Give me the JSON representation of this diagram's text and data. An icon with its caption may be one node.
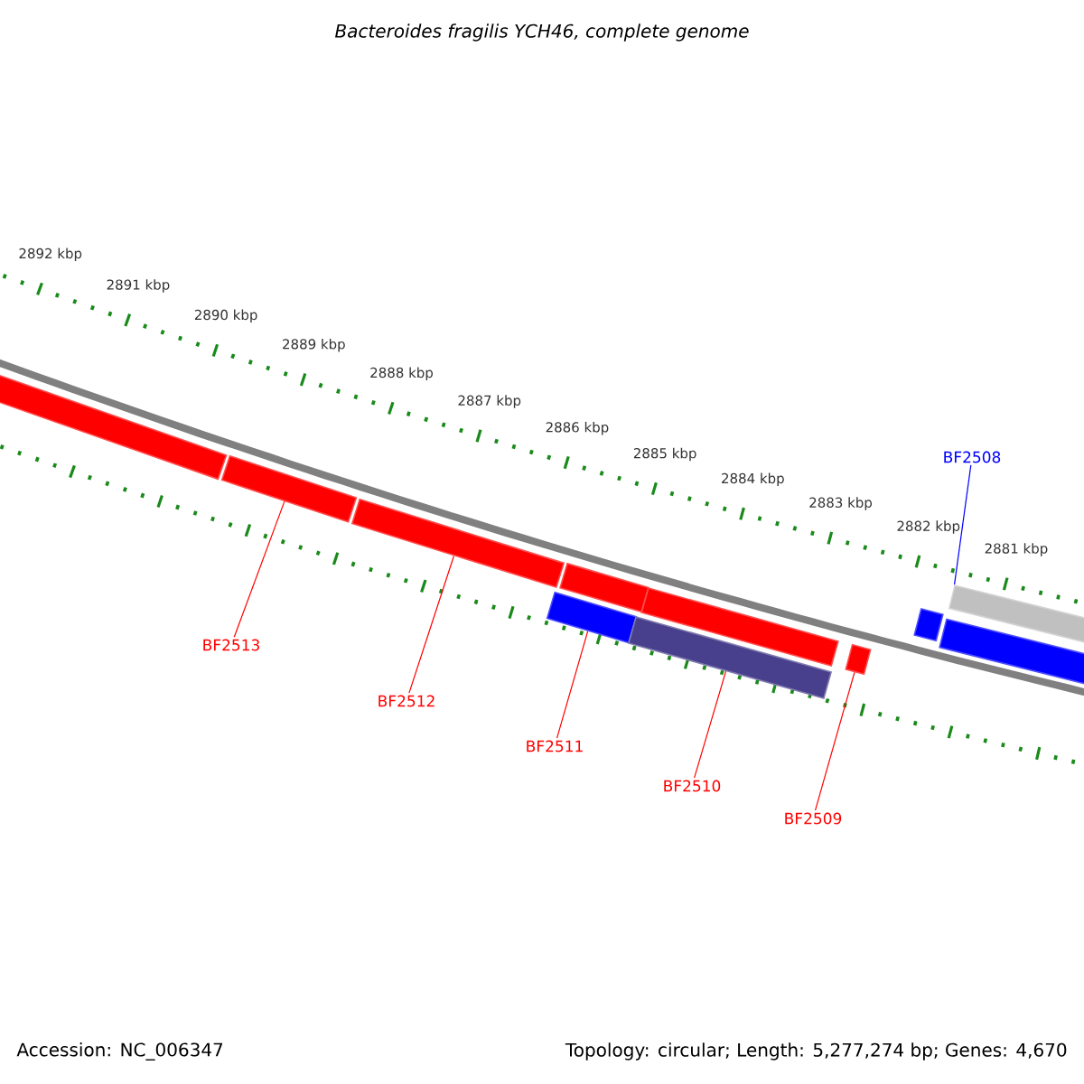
{
  "diagram": {
    "title": "Bacteroides fragilis YCH46, complete genome",
    "nodes": [
      {
        "text": [
          "BF2513"
        ]
      },
      {
        "text": [
          "BF2512"
        ]
      },
      {
        "text": [
          "BF2511"
        ]
      },
      {
        "text": [
          "BF2510"
        ]
      },
      {
        "text": [
          "BF2509"
        ]
      },
      {
        "text": [
          "BF2508"
        ]
      },
      {
        "text": [],
        "shape": "bar"
      },
      {
        "text": [],
        "shape": "bar"
      },
      {
        "text": [],
        "shape": "bar"
      },
      {
        "text": [],
        "shape": "bar"
      },
      {
        "text": [],
        "shape": "bar"
      },
      {
        "text": [],
        "shape": "bar"
      },
      {
        "text": [],
        "shape": "bar"
      },
      {
        "text": [],
        "shape": "bar"
      },
      {
        "text": [],
        "shape": "bar"
      },
      {
        "text": [],
        "shape": "bar"
      },
      {
        "text": [],
        "shape": "bar"
      }
    ],
    "edges": [
      {
        "from": 0,
        "to": 7,
        "arrow": "none"
      },
      {
        "from": 1,
        "to": 8,
        "arrow": "none"
      },
      {
        "from": 2,
        "to": 9,
        "arrow": "none"
      },
      {
        "from": 3,
        "to": 11,
        "arrow": "none"
      },
      {
        "from": 4,
        "to": 13,
        "arrow": "none"
      },
      {
        "from": 5,
        "to": 16,
        "arrow": "none",
        "color": "#0000ff"
      }
    ],
    "labels": [
      "2892 kbp",
      "2891 kbp",
      "2890 kbp",
      "2889 kbp",
      "2888 kbp",
      "2887 kbp",
      "2886 kbp",
      "2885 kbp",
      "2884 kbp",
      "2883 kbp",
      "2882 kbp",
      "2881 kbp",
      "Accession: NC_006347",
      "Topology: circular; Length: 5,277,274 bp; Genes: 4,670"
    ]
  }
}
